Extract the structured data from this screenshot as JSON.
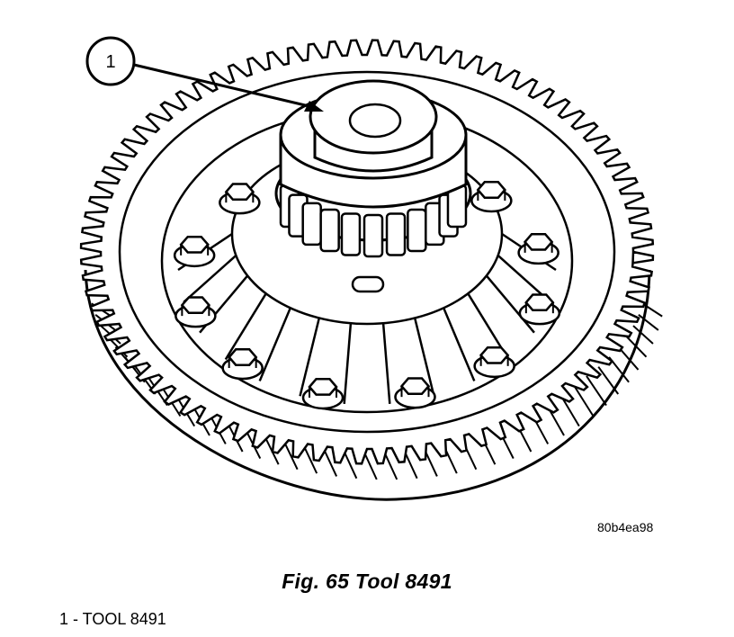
{
  "callout": {
    "number": "1"
  },
  "image_id": "80b4ea98",
  "caption": "Fig. 65 Tool 8491",
  "legend": [
    {
      "text": "1 - TOOL 8491"
    }
  ],
  "colors": {
    "ink": "#000000",
    "paper": "#ffffff"
  },
  "icons": [
    "callout-balloon",
    "leader-arrow"
  ]
}
